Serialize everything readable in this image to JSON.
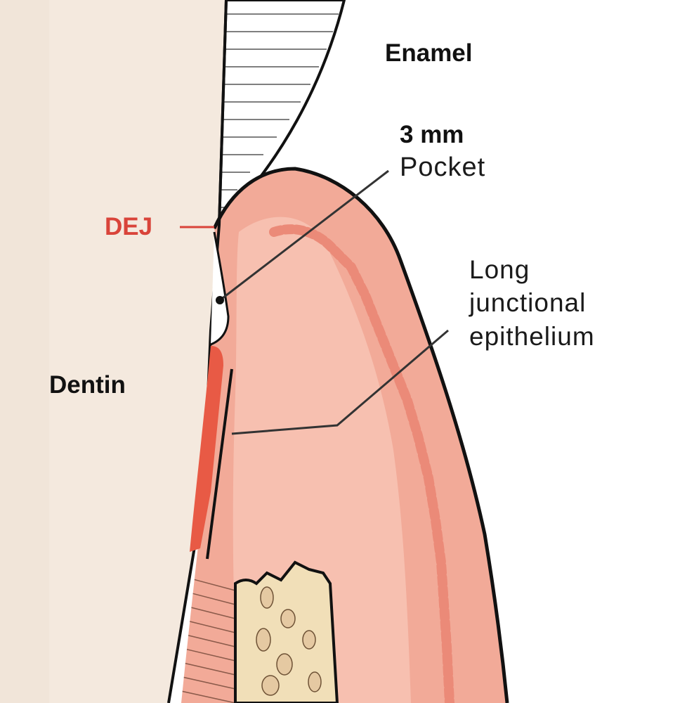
{
  "labels": {
    "enamel": "Enamel",
    "pocket_size": "3 mm",
    "pocket": "Pocket",
    "dej": "DEJ",
    "long_junctional_epithelium": [
      "Long",
      "junctional",
      "epithelium"
    ],
    "dentin": "Dentin"
  },
  "colors": {
    "dentin": "#f4e9de",
    "gingiva": "#f2aa98",
    "gingiva_highlight": "#f8c6b6",
    "epithelium_rete": "#eb8a78",
    "dej_label": "#d9443a",
    "junctional_epithelium": "#e85a45",
    "bone": "#f1dfb8",
    "bone_marrow": "#e5c9a2",
    "outline": "#111111"
  }
}
